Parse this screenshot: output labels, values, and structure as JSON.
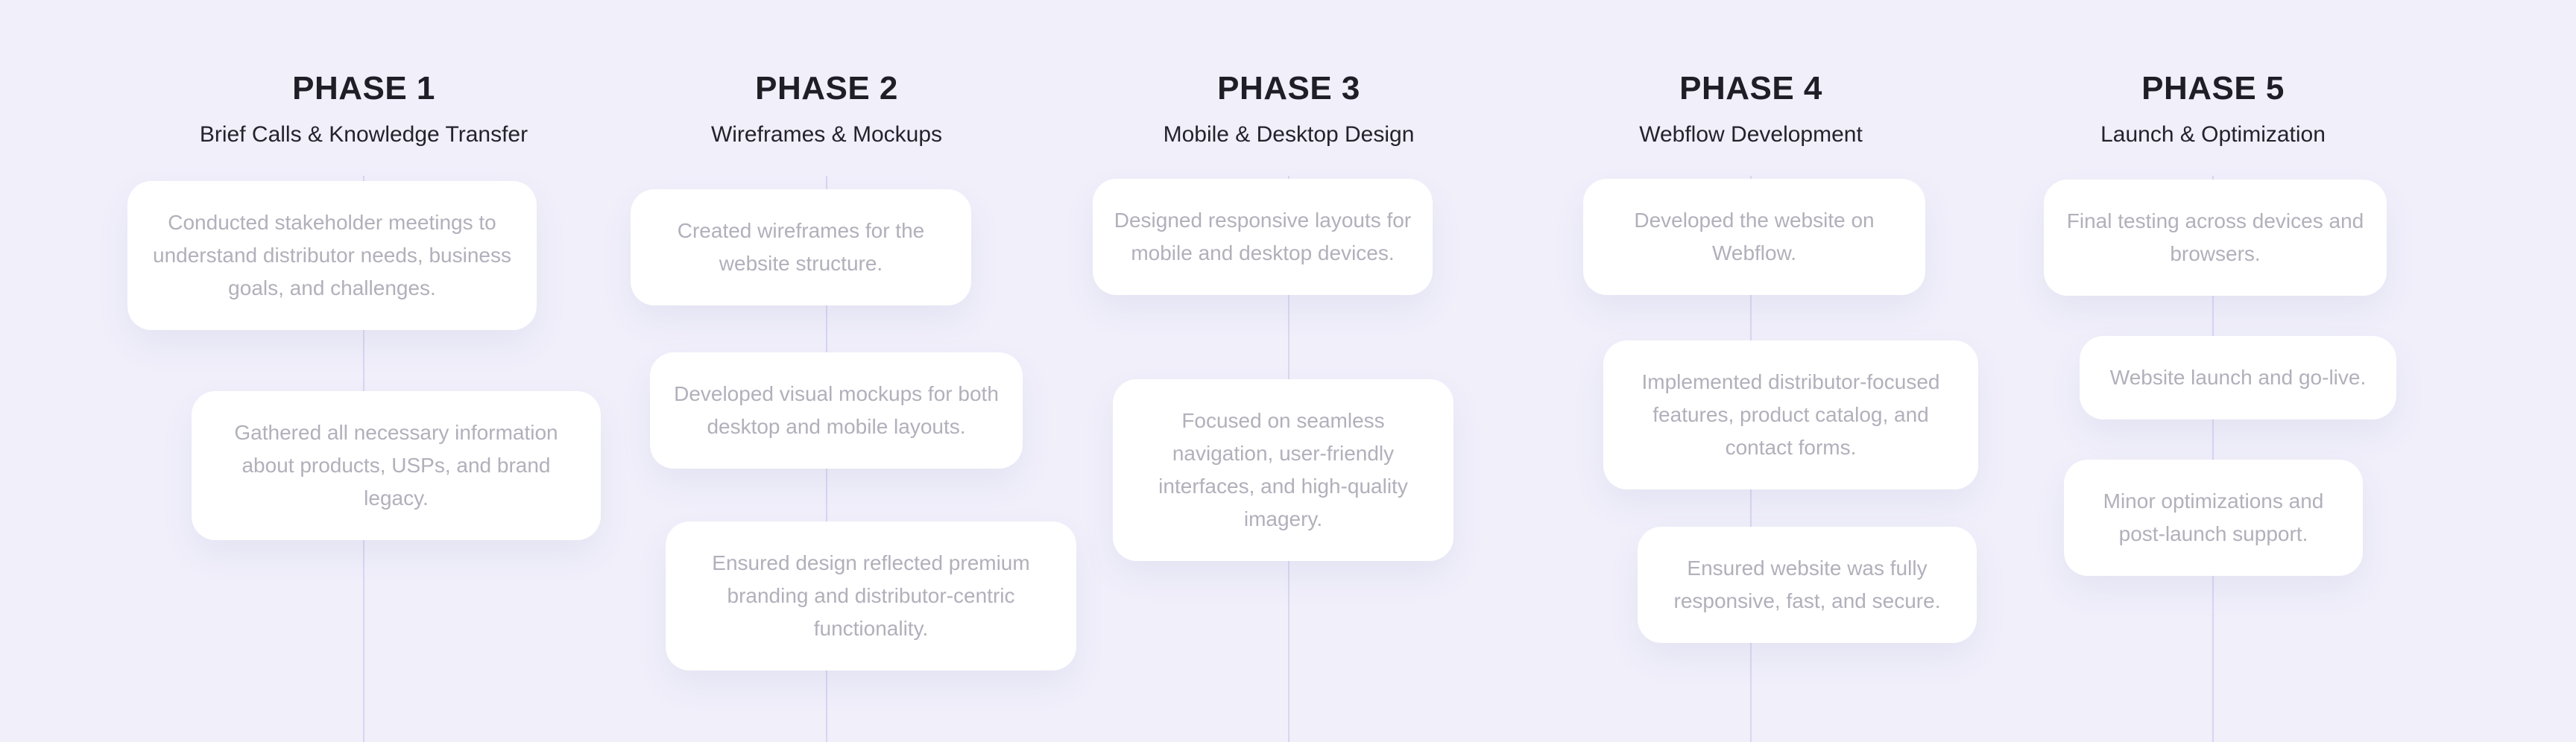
{
  "page": {
    "background_color": "#f0effa",
    "card_color": "#ffffff",
    "line_color": "#d8d6f2",
    "heading_color": "#1f1e27",
    "body_text_color": "#b1b0bb"
  },
  "phases": [
    {
      "title": "PHASE 1",
      "subtitle": "Brief Calls & Knowledge Transfer",
      "cards": [
        "Conducted stakeholder meetings to understand distributor needs, business goals, and challenges.",
        "Gathered all necessary information about products, USPs, and brand legacy."
      ]
    },
    {
      "title": "PHASE 2",
      "subtitle": "Wireframes & Mockups",
      "cards": [
        "Created wireframes for the website structure.",
        "Developed visual mockups for both desktop and mobile layouts.",
        "Ensured design reflected premium branding and distributor-centric functionality."
      ]
    },
    {
      "title": "PHASE 3",
      "subtitle": "Mobile & Desktop Design",
      "cards": [
        "Designed responsive layouts for mobile and desktop devices.",
        "Focused on seamless navigation, user-friendly interfaces, and high-quality imagery."
      ]
    },
    {
      "title": "PHASE 4",
      "subtitle": "Webflow Development",
      "cards": [
        "Developed the website on Webflow.",
        "Implemented distributor-focused features, product catalog, and contact forms.",
        "Ensured website was fully responsive, fast, and secure."
      ]
    },
    {
      "title": "PHASE 5",
      "subtitle": "Launch & Optimization",
      "cards": [
        "Final testing across devices and browsers.",
        "Website launch and go-live.",
        "Minor optimizations and post-launch support."
      ]
    }
  ]
}
